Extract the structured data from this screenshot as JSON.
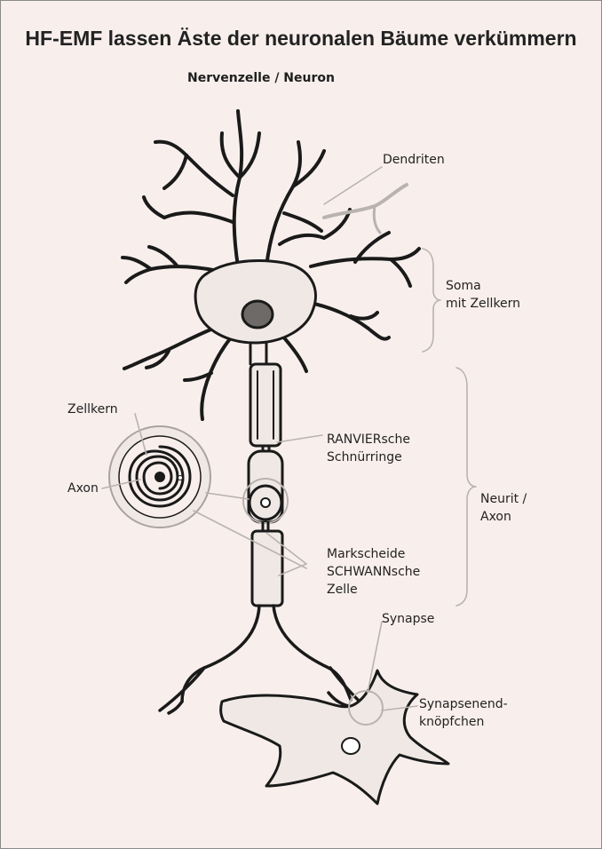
{
  "title": "HF-EMF lassen Äste der neuronalen Bäume verkümmern",
  "subtitle": "Nervenzelle / Neuron",
  "labels": {
    "dendriten": "Dendriten",
    "soma": [
      "Soma",
      "mit Zellkern"
    ],
    "zellkern": "Zellkern",
    "axon": "Axon",
    "ranvier": [
      "RANVIERsche",
      "Schnürringe"
    ],
    "neurit": [
      "Neurit /",
      "Axon"
    ],
    "markscheide": [
      "Markscheide",
      "SCHWANNsche",
      "Zelle"
    ],
    "synapse": "Synapse",
    "endknoepfchen": [
      "Synapsenend-",
      "knöpfchen"
    ]
  },
  "colors": {
    "background": "#f8efec",
    "cell_fill": "#efe8e4",
    "outline": "#1a1a1a",
    "nucleus": "#6e6a68",
    "leader_line": "#b9b3b0"
  }
}
